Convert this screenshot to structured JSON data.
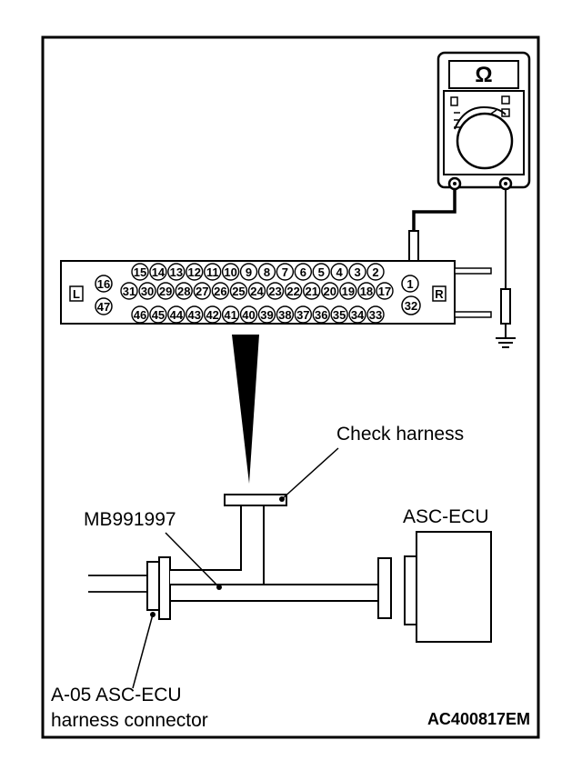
{
  "meter": {
    "unit_symbol": "Ω"
  },
  "connector": {
    "left_marker": "L",
    "right_marker": "R",
    "row_top": [
      "15",
      "14",
      "13",
      "12",
      "11",
      "10",
      "9",
      "8",
      "7",
      "6",
      "5",
      "4",
      "3",
      "2"
    ],
    "row_mid": [
      "31",
      "30",
      "29",
      "28",
      "27",
      "26",
      "25",
      "24",
      "23",
      "22",
      "21",
      "20",
      "19",
      "18",
      "17"
    ],
    "row_bot": [
      "46",
      "45",
      "44",
      "43",
      "42",
      "41",
      "40",
      "39",
      "38",
      "37",
      "36",
      "35",
      "34",
      "33"
    ],
    "pin_16": "16",
    "pin_47": "47",
    "pin_1": "1",
    "pin_32": "32"
  },
  "labels": {
    "check_harness": "Check harness",
    "adapter": "MB991997",
    "ecu": "ASC-ECU",
    "harness_connector_line1": "A-05 ASC-ECU",
    "harness_connector_line2": "harness connector",
    "figure_code": "AC400817EM"
  }
}
